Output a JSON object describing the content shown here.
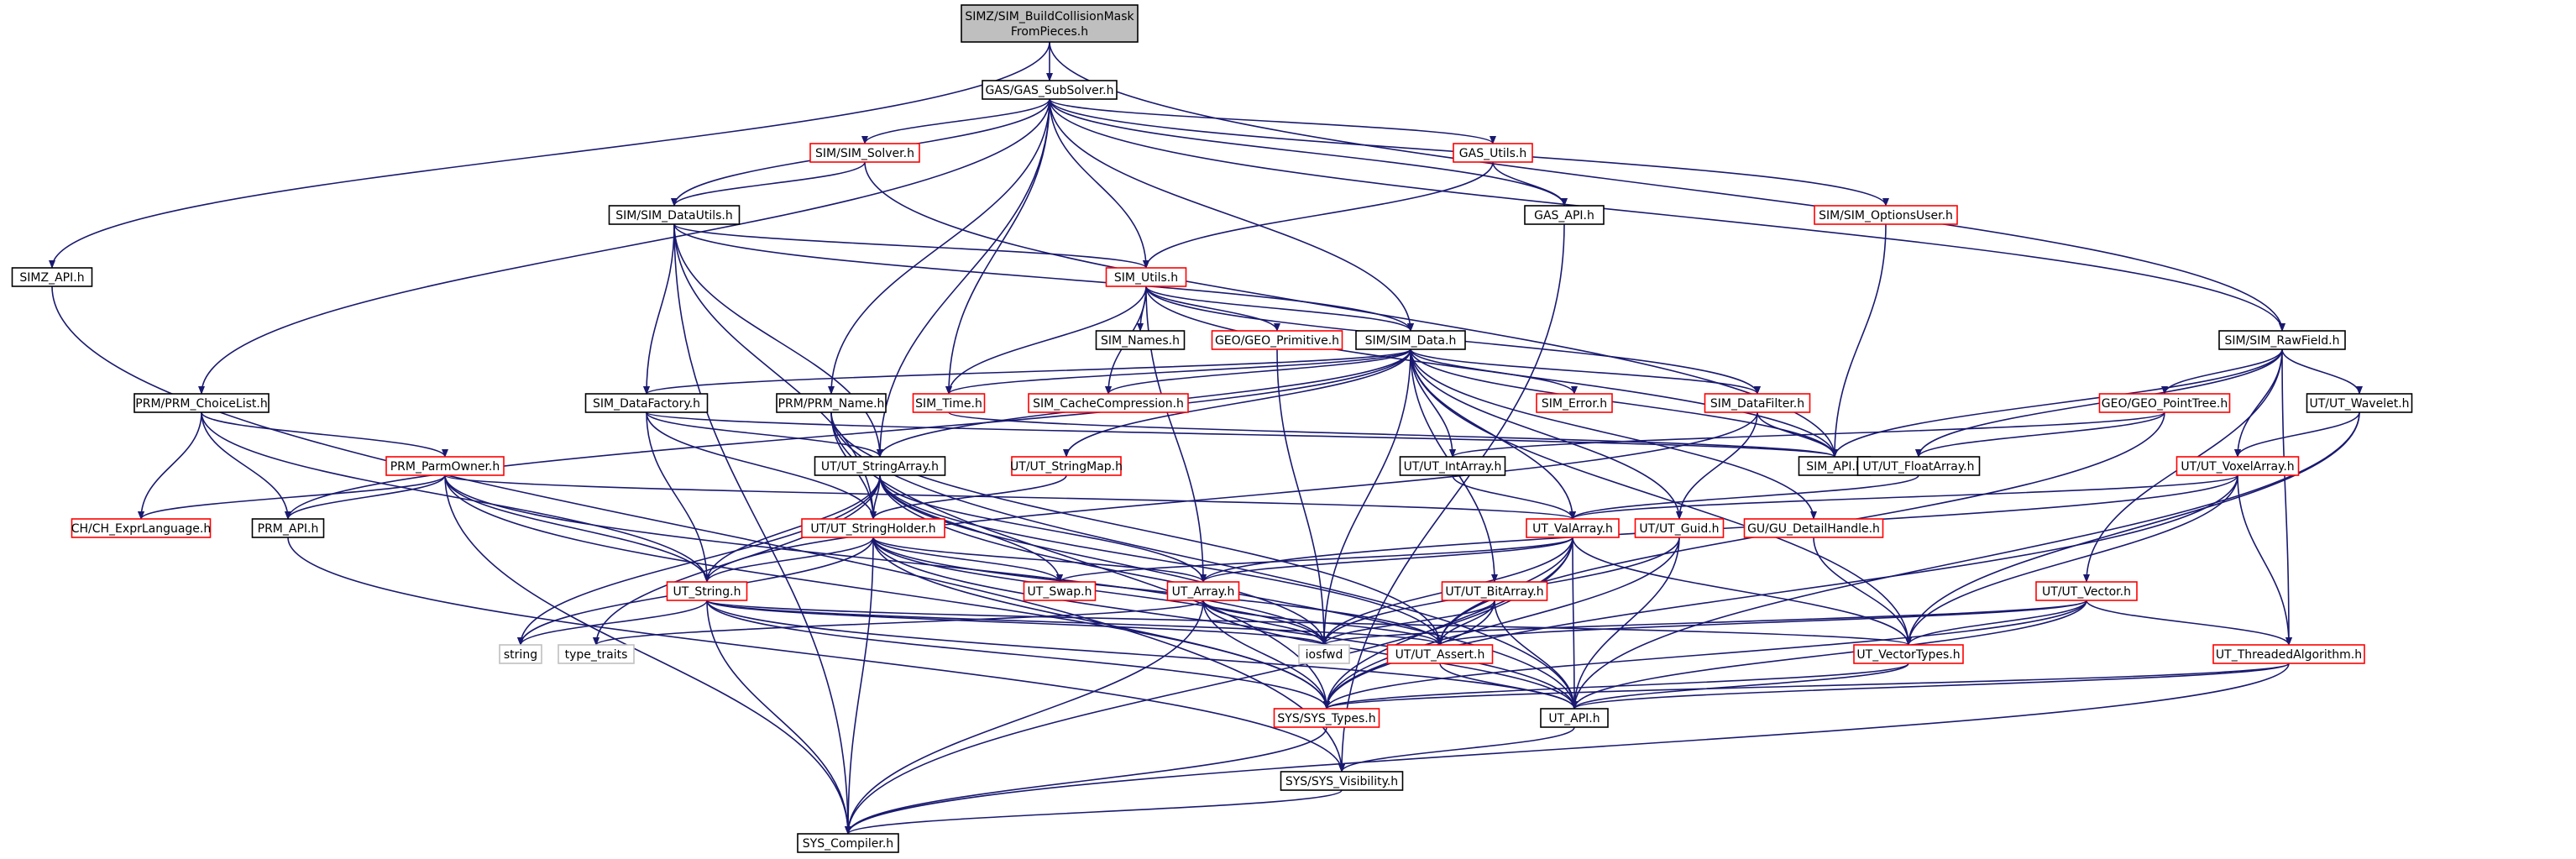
{
  "graph": {
    "style": {
      "edge_color": "#191970",
      "root_fill": "#bfbfbf",
      "normal_border": "#000000",
      "truncated_border": "#ff0000",
      "external_border": "#bfbfbf"
    },
    "nodes": [
      {
        "id": "root",
        "lines": [
          "SIMZ/SIM_BuildCollisionMask",
          "FromPieces.h"
        ],
        "kind": "root"
      },
      {
        "id": "gas_subsolver",
        "lines": [
          "GAS/GAS_SubSolver.h"
        ],
        "kind": "black"
      },
      {
        "id": "simz_api",
        "lines": [
          "SIMZ_API.h"
        ],
        "kind": "black"
      },
      {
        "id": "sim_solver",
        "lines": [
          "SIM/SIM_Solver.h"
        ],
        "kind": "red"
      },
      {
        "id": "gas_utils",
        "lines": [
          "GAS_Utils.h"
        ],
        "kind": "red"
      },
      {
        "id": "sim_datautils",
        "lines": [
          "SIM/SIM_DataUtils.h"
        ],
        "kind": "black"
      },
      {
        "id": "gas_api",
        "lines": [
          "GAS_API.h"
        ],
        "kind": "black"
      },
      {
        "id": "sim_optionsuser",
        "lines": [
          "SIM/SIM_OptionsUser.h"
        ],
        "kind": "red"
      },
      {
        "id": "sim_utils",
        "lines": [
          "SIM_Utils.h"
        ],
        "kind": "red"
      },
      {
        "id": "sim_names",
        "lines": [
          "SIM_Names.h"
        ],
        "kind": "black"
      },
      {
        "id": "geo_primitive",
        "lines": [
          "GEO/GEO_Primitive.h"
        ],
        "kind": "red"
      },
      {
        "id": "sim_data",
        "lines": [
          "SIM/SIM_Data.h"
        ],
        "kind": "black"
      },
      {
        "id": "sim_rawfield",
        "lines": [
          "SIM/SIM_RawField.h"
        ],
        "kind": "black"
      },
      {
        "id": "prm_choicelist",
        "lines": [
          "PRM/PRM_ChoiceList.h"
        ],
        "kind": "black"
      },
      {
        "id": "sim_datafactory",
        "lines": [
          "SIM_DataFactory.h"
        ],
        "kind": "black"
      },
      {
        "id": "prm_name",
        "lines": [
          "PRM/PRM_Name.h"
        ],
        "kind": "black"
      },
      {
        "id": "sim_time",
        "lines": [
          "SIM_Time.h"
        ],
        "kind": "red"
      },
      {
        "id": "sim_cachecompression",
        "lines": [
          "SIM_CacheCompression.h"
        ],
        "kind": "red"
      },
      {
        "id": "sim_error",
        "lines": [
          "SIM_Error.h"
        ],
        "kind": "red"
      },
      {
        "id": "sim_datafilter",
        "lines": [
          "SIM_DataFilter.h"
        ],
        "kind": "red"
      },
      {
        "id": "geo_pointtree",
        "lines": [
          "GEO/GEO_PointTree.h"
        ],
        "kind": "red"
      },
      {
        "id": "ut_wavelet",
        "lines": [
          "UT/UT_Wavelet.h"
        ],
        "kind": "black"
      },
      {
        "id": "prm_parmowner",
        "lines": [
          "PRM_ParmOwner.h"
        ],
        "kind": "red"
      },
      {
        "id": "ut_stringarray",
        "lines": [
          "UT/UT_StringArray.h"
        ],
        "kind": "black"
      },
      {
        "id": "ut_stringmap",
        "lines": [
          "UT/UT_StringMap.h"
        ],
        "kind": "red"
      },
      {
        "id": "ut_intarray",
        "lines": [
          "UT/UT_IntArray.h"
        ],
        "kind": "black"
      },
      {
        "id": "sim_api",
        "lines": [
          "SIM_API.h"
        ],
        "kind": "black"
      },
      {
        "id": "ut_floatarray",
        "lines": [
          "UT/UT_FloatArray.h"
        ],
        "kind": "black"
      },
      {
        "id": "ut_voxelarray",
        "lines": [
          "UT/UT_VoxelArray.h"
        ],
        "kind": "red"
      },
      {
        "id": "ch_exprlanguage",
        "lines": [
          "CH/CH_ExprLanguage.h"
        ],
        "kind": "red"
      },
      {
        "id": "prm_api",
        "lines": [
          "PRM_API.h"
        ],
        "kind": "black"
      },
      {
        "id": "ut_stringholder",
        "lines": [
          "UT/UT_StringHolder.h"
        ],
        "kind": "red"
      },
      {
        "id": "ut_valarray",
        "lines": [
          "UT_ValArray.h"
        ],
        "kind": "red"
      },
      {
        "id": "ut_guid",
        "lines": [
          "UT/UT_Guid.h"
        ],
        "kind": "red"
      },
      {
        "id": "gu_detailhandle",
        "lines": [
          "GU/GU_DetailHandle.h"
        ],
        "kind": "red"
      },
      {
        "id": "ut_swap",
        "lines": [
          "UT_Swap.h"
        ],
        "kind": "red"
      },
      {
        "id": "ut_string",
        "lines": [
          "UT_String.h"
        ],
        "kind": "red"
      },
      {
        "id": "ut_array",
        "lines": [
          "UT_Array.h"
        ],
        "kind": "red"
      },
      {
        "id": "ut_bitarray",
        "lines": [
          "UT/UT_BitArray.h"
        ],
        "kind": "red"
      },
      {
        "id": "ut_vector",
        "lines": [
          "UT/UT_Vector.h"
        ],
        "kind": "red"
      },
      {
        "id": "string",
        "lines": [
          "string"
        ],
        "kind": "gray"
      },
      {
        "id": "type_traits",
        "lines": [
          "type_traits"
        ],
        "kind": "gray"
      },
      {
        "id": "iosfwd",
        "lines": [
          "iosfwd"
        ],
        "kind": "gray"
      },
      {
        "id": "ut_assert",
        "lines": [
          "UT/UT_Assert.h"
        ],
        "kind": "red"
      },
      {
        "id": "ut_vectortypes",
        "lines": [
          "UT_VectorTypes.h"
        ],
        "kind": "red"
      },
      {
        "id": "ut_threadedalgorithm",
        "lines": [
          "UT_ThreadedAlgorithm.h"
        ],
        "kind": "red"
      },
      {
        "id": "sys_types",
        "lines": [
          "SYS/SYS_Types.h"
        ],
        "kind": "red"
      },
      {
        "id": "ut_api",
        "lines": [
          "UT_API.h"
        ],
        "kind": "black"
      },
      {
        "id": "sys_visibility",
        "lines": [
          "SYS/SYS_Visibility.h"
        ],
        "kind": "black"
      },
      {
        "id": "sys_compiler",
        "lines": [
          "SYS_Compiler.h"
        ],
        "kind": "black"
      }
    ],
    "edges": [
      [
        "root",
        "gas_subsolver"
      ],
      [
        "root",
        "simz_api"
      ],
      [
        "root",
        "sim_rawfield"
      ],
      [
        "gas_subsolver",
        "sim_solver"
      ],
      [
        "gas_subsolver",
        "gas_utils"
      ],
      [
        "gas_subsolver",
        "sim_datautils"
      ],
      [
        "gas_subsolver",
        "gas_api"
      ],
      [
        "gas_subsolver",
        "sim_optionsuser"
      ],
      [
        "gas_subsolver",
        "sim_utils"
      ],
      [
        "gas_subsolver",
        "sim_data"
      ],
      [
        "gas_subsolver",
        "sim_rawfield"
      ],
      [
        "gas_subsolver",
        "prm_choicelist"
      ],
      [
        "gas_subsolver",
        "prm_name"
      ],
      [
        "gas_subsolver",
        "sim_time"
      ],
      [
        "gas_subsolver",
        "ut_stringarray"
      ],
      [
        "simz_api",
        "sys_visibility"
      ],
      [
        "sim_solver",
        "sim_datautils"
      ],
      [
        "sim_solver",
        "sim_api"
      ],
      [
        "gas_utils",
        "gas_api"
      ],
      [
        "gas_utils",
        "sim_utils"
      ],
      [
        "gas_api",
        "sys_visibility"
      ],
      [
        "sim_optionsuser",
        "sim_api"
      ],
      [
        "sim_datautils",
        "sim_utils"
      ],
      [
        "sim_datautils",
        "sim_data"
      ],
      [
        "sim_datautils",
        "sim_datafactory"
      ],
      [
        "sim_datautils",
        "ut_stringarray"
      ],
      [
        "sim_datautils",
        "ut_stringholder"
      ],
      [
        "sim_datautils",
        "sys_compiler"
      ],
      [
        "sim_utils",
        "sim_names"
      ],
      [
        "sim_utils",
        "geo_primitive"
      ],
      [
        "sim_utils",
        "sim_data"
      ],
      [
        "sim_utils",
        "sim_time"
      ],
      [
        "sim_utils",
        "sim_cachecompression"
      ],
      [
        "sim_utils",
        "sim_datafilter"
      ],
      [
        "sim_utils",
        "sim_api"
      ],
      [
        "sim_utils",
        "ut_array"
      ],
      [
        "geo_primitive",
        "iosfwd"
      ],
      [
        "sim_data",
        "sim_datafactory"
      ],
      [
        "sim_data",
        "sim_time"
      ],
      [
        "sim_data",
        "sim_cachecompression"
      ],
      [
        "sim_data",
        "sim_error"
      ],
      [
        "sim_data",
        "sim_datafilter"
      ],
      [
        "sim_data",
        "sim_api"
      ],
      [
        "sim_data",
        "ut_stringmap"
      ],
      [
        "sim_data",
        "ut_intarray"
      ],
      [
        "sim_data",
        "ut_valarray"
      ],
      [
        "sim_data",
        "ut_guid"
      ],
      [
        "sim_data",
        "gu_detailhandle"
      ],
      [
        "sim_data",
        "ut_bitarray"
      ],
      [
        "sim_data",
        "ut_vectortypes"
      ],
      [
        "sim_data",
        "iosfwd"
      ],
      [
        "sim_data",
        "prm_api"
      ],
      [
        "sim_data",
        "ut_stringarray"
      ],
      [
        "sim_rawfield",
        "geo_pointtree"
      ],
      [
        "sim_rawfield",
        "ut_wavelet"
      ],
      [
        "sim_rawfield",
        "ut_voxelarray"
      ],
      [
        "sim_rawfield",
        "sim_api"
      ],
      [
        "sim_rawfield",
        "ut_floatarray"
      ],
      [
        "sim_rawfield",
        "ut_vector"
      ],
      [
        "sim_rawfield",
        "ut_threadedalgorithm"
      ],
      [
        "prm_choicelist",
        "prm_parmowner"
      ],
      [
        "prm_choicelist",
        "ch_exprlanguage"
      ],
      [
        "prm_choicelist",
        "prm_api"
      ],
      [
        "prm_choicelist",
        "ut_string"
      ],
      [
        "sim_datafactory",
        "ut_stringarray"
      ],
      [
        "sim_datafactory",
        "ut_stringholder"
      ],
      [
        "sim_datafactory",
        "ut_string"
      ],
      [
        "sim_datafactory",
        "sim_api"
      ],
      [
        "prm_name",
        "ut_stringholder"
      ],
      [
        "prm_name",
        "ut_assert"
      ],
      [
        "prm_name",
        "sys_types"
      ],
      [
        "prm_name",
        "ut_api"
      ],
      [
        "sim_time",
        "sim_api"
      ],
      [
        "sim_datafilter",
        "sim_api"
      ],
      [
        "sim_datafilter",
        "ut_guid"
      ],
      [
        "sim_datafilter",
        "ut_string"
      ],
      [
        "geo_pointtree",
        "ut_intarray"
      ],
      [
        "geo_pointtree",
        "ut_floatarray"
      ],
      [
        "geo_pointtree",
        "ut_assert"
      ],
      [
        "ut_wavelet",
        "ut_voxelarray"
      ],
      [
        "ut_wavelet",
        "ut_vectortypes"
      ],
      [
        "ut_wavelet",
        "ut_api"
      ],
      [
        "prm_parmowner",
        "ch_exprlanguage"
      ],
      [
        "prm_parmowner",
        "prm_api"
      ],
      [
        "prm_parmowner",
        "ut_string"
      ],
      [
        "prm_parmowner",
        "ut_valarray"
      ],
      [
        "prm_parmowner",
        "sys_types"
      ],
      [
        "prm_parmowner",
        "sys_compiler"
      ],
      [
        "prm_parmowner",
        "iosfwd"
      ],
      [
        "ut_stringarray",
        "ut_stringholder"
      ],
      [
        "ut_stringarray",
        "ut_string"
      ],
      [
        "ut_stringarray",
        "ut_array"
      ],
      [
        "ut_stringarray",
        "ut_swap"
      ],
      [
        "ut_stringarray",
        "string"
      ],
      [
        "ut_stringarray",
        "type_traits"
      ],
      [
        "ut_stringarray",
        "iosfwd"
      ],
      [
        "ut_stringarray",
        "ut_assert"
      ],
      [
        "ut_stringarray",
        "ut_api"
      ],
      [
        "ut_stringmap",
        "ut_stringholder"
      ],
      [
        "ut_intarray",
        "ut_valarray"
      ],
      [
        "ut_floatarray",
        "ut_valarray"
      ],
      [
        "ut_voxelarray",
        "ut_valarray"
      ],
      [
        "ut_voxelarray",
        "ut_threadedalgorithm"
      ],
      [
        "ut_voxelarray",
        "ut_vectortypes"
      ],
      [
        "ut_voxelarray",
        "sys_types"
      ],
      [
        "ut_voxelarray",
        "ut_array"
      ],
      [
        "prm_api",
        "sys_visibility"
      ],
      [
        "ut_stringholder",
        "ut_string"
      ],
      [
        "ut_stringholder",
        "ut_swap"
      ],
      [
        "ut_stringholder",
        "ut_array"
      ],
      [
        "ut_stringholder",
        "iosfwd"
      ],
      [
        "ut_stringholder",
        "ut_assert"
      ],
      [
        "ut_stringholder",
        "sys_types"
      ],
      [
        "ut_stringholder",
        "ut_api"
      ],
      [
        "ut_stringholder",
        "string"
      ],
      [
        "ut_stringholder",
        "sys_compiler"
      ],
      [
        "ut_valarray",
        "ut_array"
      ],
      [
        "ut_valarray",
        "ut_swap"
      ],
      [
        "ut_valarray",
        "ut_assert"
      ],
      [
        "ut_valarray",
        "ut_vectortypes"
      ],
      [
        "ut_valarray",
        "sys_types"
      ],
      [
        "ut_valarray",
        "ut_api"
      ],
      [
        "ut_valarray",
        "sys_compiler"
      ],
      [
        "ut_valarray",
        "iosfwd"
      ],
      [
        "ut_guid",
        "ut_api"
      ],
      [
        "ut_guid",
        "sys_types"
      ],
      [
        "ut_guid",
        "iosfwd"
      ],
      [
        "gu_detailhandle",
        "ut_vectortypes"
      ],
      [
        "ut_string",
        "string"
      ],
      [
        "ut_string",
        "iosfwd"
      ],
      [
        "ut_string",
        "ut_assert"
      ],
      [
        "ut_string",
        "sys_types"
      ],
      [
        "ut_string",
        "ut_api"
      ],
      [
        "ut_string",
        "sys_compiler"
      ],
      [
        "ut_string",
        "ut_vectortypes"
      ],
      [
        "ut_array",
        "type_traits"
      ],
      [
        "ut_array",
        "iosfwd"
      ],
      [
        "ut_array",
        "ut_assert"
      ],
      [
        "ut_array",
        "sys_types"
      ],
      [
        "ut_array",
        "ut_api"
      ],
      [
        "ut_array",
        "sys_compiler"
      ],
      [
        "ut_bitarray",
        "iosfwd"
      ],
      [
        "ut_bitarray",
        "ut_assert"
      ],
      [
        "ut_bitarray",
        "sys_types"
      ],
      [
        "ut_bitarray",
        "ut_api"
      ],
      [
        "ut_vector",
        "ut_vectortypes"
      ],
      [
        "ut_vector",
        "ut_assert"
      ],
      [
        "ut_vector",
        "ut_threadedalgorithm"
      ],
      [
        "ut_vector",
        "sys_types"
      ],
      [
        "ut_vector",
        "ut_api"
      ],
      [
        "ut_vector",
        "iosfwd"
      ],
      [
        "ut_assert",
        "ut_api"
      ],
      [
        "ut_vectortypes",
        "sys_types"
      ],
      [
        "ut_vectortypes",
        "ut_api"
      ],
      [
        "ut_threadedalgorithm",
        "ut_api"
      ],
      [
        "ut_threadedalgorithm",
        "sys_types"
      ],
      [
        "ut_threadedalgorithm",
        "sys_compiler"
      ],
      [
        "sys_types",
        "sys_compiler"
      ],
      [
        "ut_api",
        "sys_visibility"
      ],
      [
        "sys_visibility",
        "sys_compiler"
      ]
    ]
  }
}
